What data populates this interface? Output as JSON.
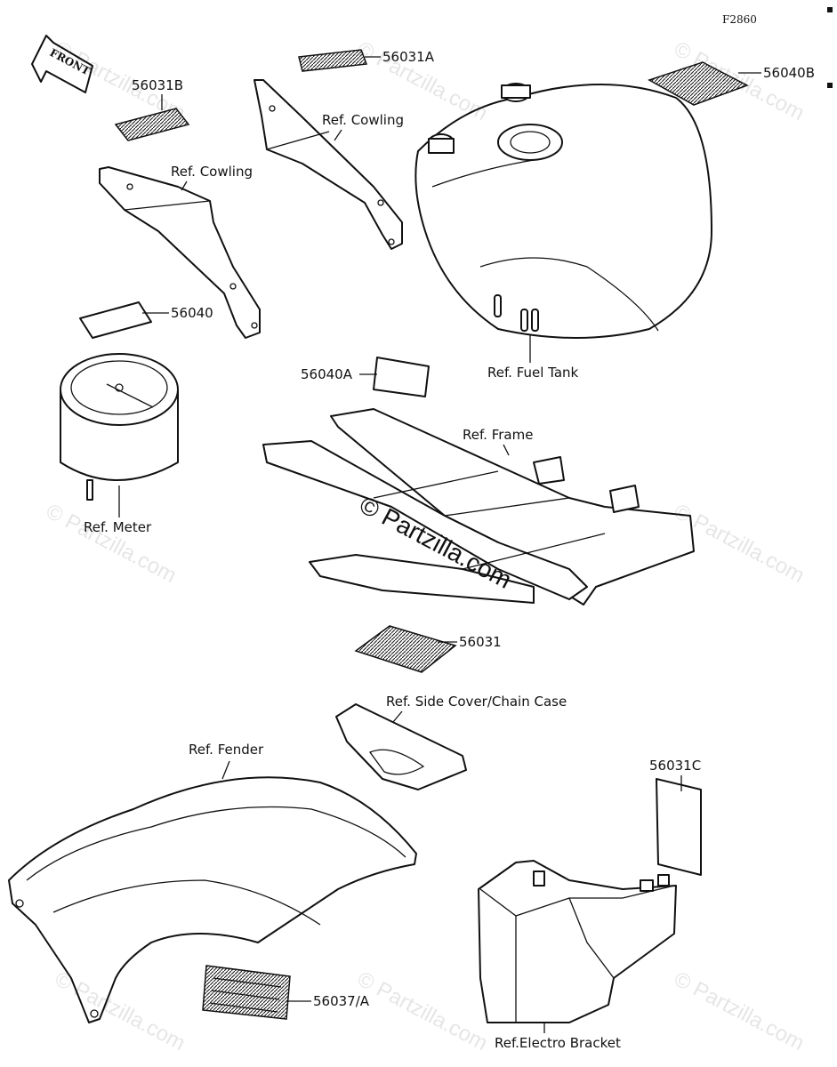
{
  "figure_code": "F2860",
  "front_arrow": "FRONT",
  "labels": {
    "p56031A": "56031A",
    "p56031B": "56031B",
    "p56040B": "56040B",
    "p56040": "56040",
    "p56040A": "56040A",
    "p56031": "56031",
    "p56031C": "56031C",
    "p56037A": "56037/A",
    "ref_cowling_upper": "Ref. Cowling",
    "ref_cowling_lower": "Ref. Cowling",
    "ref_fuel_tank": "Ref. Fuel Tank",
    "ref_frame": "Ref. Frame",
    "ref_meter": "Ref. Meter",
    "ref_side_cover": "Ref. Side Cover/Chain Case",
    "ref_fender": "Ref. Fender",
    "ref_electro_bracket": "Ref.Electro Bracket"
  },
  "watermark": {
    "main": "© Partzilla.com",
    "repeat": "© Partzilla.com"
  }
}
